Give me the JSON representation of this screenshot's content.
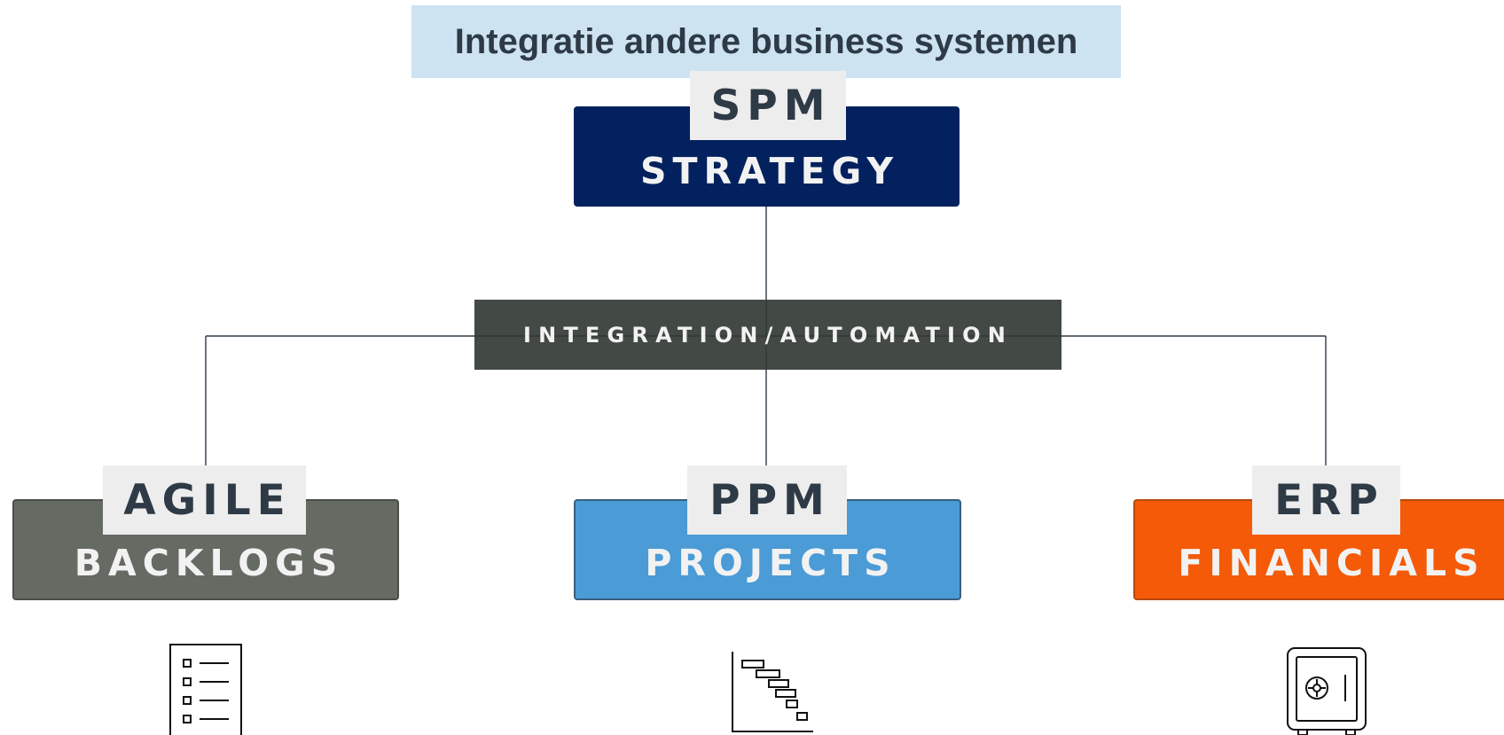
{
  "title": "Integratie andere business systemen",
  "colors": {
    "title_bg": "#cde3f1",
    "strategy": "#03215e",
    "integration": "#333934",
    "agile": "#656a63",
    "ppm": "#4a9bd6",
    "erp": "#f45a07",
    "tab_bg": "#ededed",
    "text_dark": "#2f3a47"
  },
  "top": {
    "tab": "SPM",
    "label": "STRATEGY"
  },
  "hub": {
    "label": "INTEGRATION/AUTOMATION"
  },
  "systems": [
    {
      "tab": "AGILE",
      "label": "BACKLOGS",
      "icon": "checklist-icon"
    },
    {
      "tab": "PPM",
      "label": "PROJECTS",
      "icon": "gantt-chart-icon"
    },
    {
      "tab": "ERP",
      "label": "FINANCIALS",
      "icon": "safe-icon"
    }
  ]
}
